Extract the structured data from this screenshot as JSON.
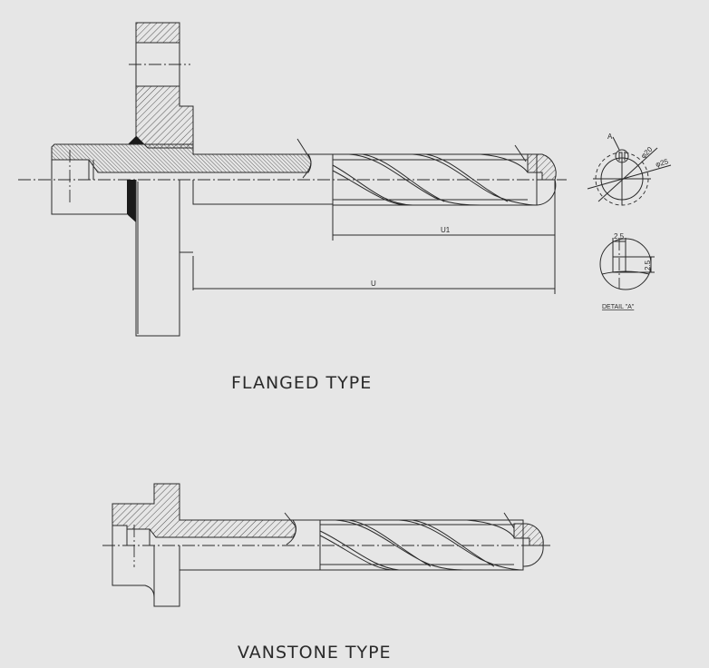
{
  "flanged": {
    "title": "FLANGED TYPE",
    "dim_u1": "U1",
    "dim_u": "U"
  },
  "detail": {
    "marker": "A",
    "dia_inner": "φ20",
    "dia_outer": "φ25",
    "width": "2.5",
    "height": "2.5",
    "caption": "DETAIL \"A\""
  },
  "vanstone": {
    "title": "VANSTONE TYPE"
  },
  "colors": {
    "background": "#e6e6e6",
    "line": "#2a2a2a"
  }
}
